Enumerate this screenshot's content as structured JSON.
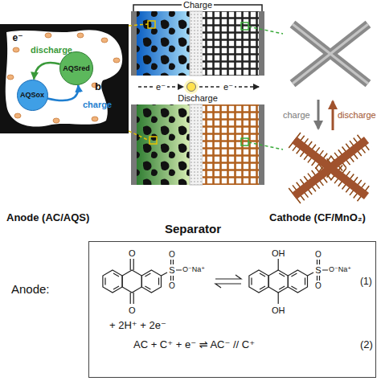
{
  "diagram": {
    "nodes": [
      {
        "text": [
          "AQSox"
        ]
      },
      {
        "text": [
          "AQSred"
        ]
      },
      {
        "text": [
          "(1)",
          "+ 2H⁺ + 2e⁻",
          "AC + C⁺ + e⁻ ⇌ AC⁻ // C⁺",
          "(2)"
        ]
      }
    ],
    "edges": [
      {
        "from": 1,
        "to": 0,
        "arrow": "to",
        "label": "discharge"
      },
      {
        "from": 0,
        "to": 1,
        "arrow": "to",
        "label": "charge"
      }
    ],
    "labels": [
      "Charge",
      "e⁻",
      "b",
      "e⁻",
      "e⁻",
      "Discharge",
      "charge",
      "discharge",
      "Anode (AC/AQS)",
      "Separator",
      "Cathode (CF/MnO₂)",
      "Anode:",
      "O",
      "O",
      "S",
      "O",
      "O",
      "O⁻Na⁺",
      "OH",
      "OH",
      "S",
      "O",
      "O",
      "O⁻Na⁺"
    ]
  }
}
